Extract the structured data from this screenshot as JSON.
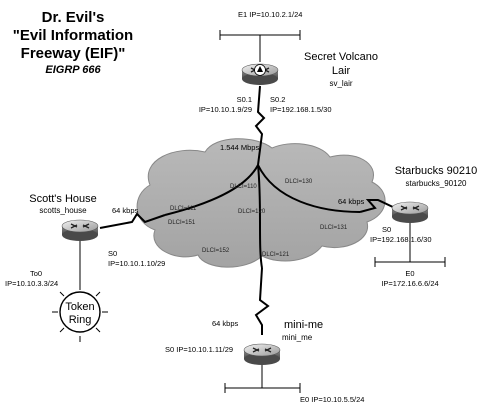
{
  "title": {
    "line1": "Dr. Evil's",
    "line2": "\"Evil Information",
    "line3": "Freeway (EIF)\"",
    "subtitle": "EIGRP 666"
  },
  "routers": {
    "sv_lair": {
      "name_line1": "Secret Volcano",
      "name_line2": "Lair",
      "hostname": "sv_lair",
      "e1": "E1 IP=10.10.2.1/24",
      "s01": "S0.1",
      "s01_ip": "IP=10.10.1.9/29",
      "s02": "S0.2",
      "s02_ip": "IP=192.168.1.5/30"
    },
    "starbucks": {
      "name": "Starbucks 90210",
      "hostname": "starbucks_90120",
      "s0": "S0",
      "s0_ip": "IP=192.168.1.6/30",
      "e0": "E0",
      "e0_ip": "IP=172.16.6.6/24"
    },
    "scotts_house": {
      "name": "Scott's House",
      "hostname": "scotts_house",
      "s0": "S0",
      "s0_ip": "IP=10.10.1.10/29",
      "to0": "To0",
      "to0_ip": "IP=10.10.3.3/24",
      "token_ring_line1": "Token",
      "token_ring_line2": "Ring"
    },
    "mini_me": {
      "name": "mini-me",
      "hostname": "mini_me",
      "s0_ip": "S0 IP=10.10.1.11/29",
      "e0_ip": "E0 IP=10.10.5.5/24"
    }
  },
  "links": {
    "lair_speed": "1.544 Mbps",
    "starbucks_speed": "64 kbps",
    "scotts_speed": "64 kbps",
    "minime_speed": "64 kbps"
  },
  "dlci": {
    "d110": "DLCI=110",
    "d130": "DLCI=130",
    "d120": "DLCI=120",
    "d111": "DLCI=111",
    "d151": "DLCI=151",
    "d131": "DLCI=131",
    "d152": "DLCI=152",
    "d121": "DLCI=121"
  },
  "icons": [
    "router-icon",
    "firewall-symbol-icon",
    "frame-relay-cloud-icon",
    "token-ring-icon",
    "ethernet-segment-icon"
  ]
}
